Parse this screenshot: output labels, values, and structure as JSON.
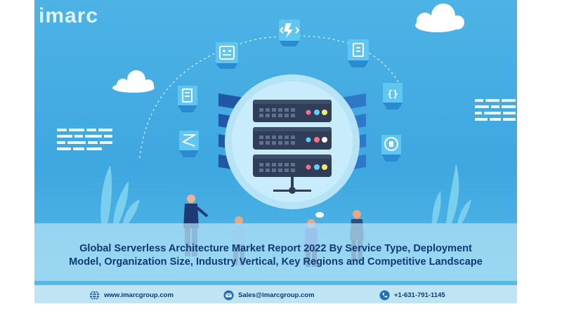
{
  "brand": {
    "logo_text": "imarc"
  },
  "report": {
    "title_line1": "Global Serverless Architecture Market Report 2022 By Service Type, Deployment",
    "title_line2": "Model, Organization Size, Industry Vertical, Key Regions and Competitive Landscape"
  },
  "contacts": {
    "website": "www.imarcgroup.com",
    "email": "Sales@imarcgroup.com",
    "phone": "+1-631-791-1145"
  },
  "colors": {
    "background": "#45ade3",
    "title_text": "#0e3a78",
    "server_body": "#2f3d56",
    "footer": "#bfe4f4"
  },
  "icons": {
    "web": "globe-icon",
    "mail": "envelope-icon",
    "phone": "phone-icon",
    "top_cloud": "lightning-code-icon"
  }
}
